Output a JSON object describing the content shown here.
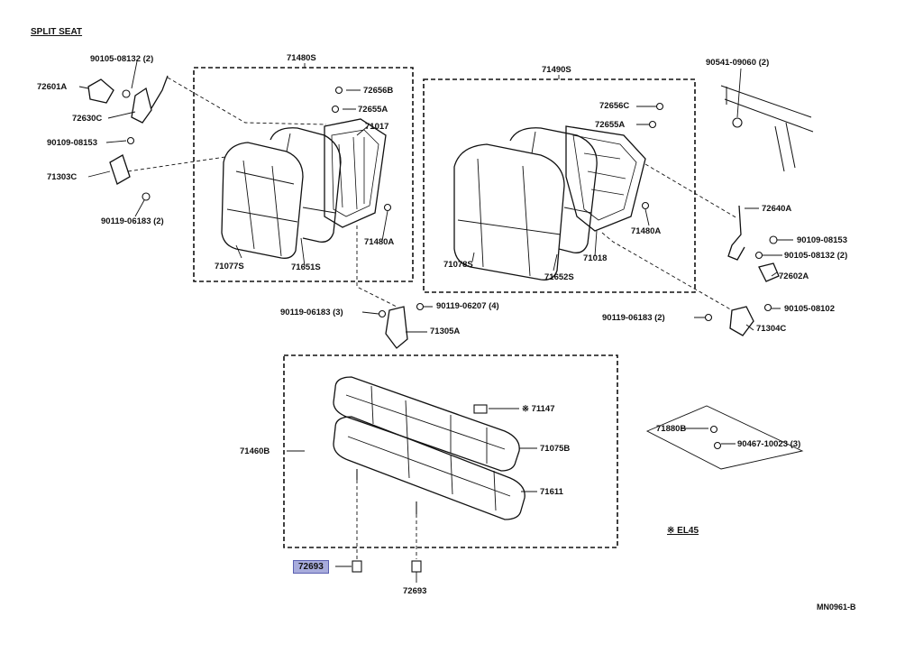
{
  "title": "SPLIT SEAT",
  "diagram_code": "MN0961-B",
  "note": "※ EL45",
  "highlighted_part": "72693",
  "colors": {
    "highlight": "#a8acdc",
    "line": "#111111"
  },
  "parts": {
    "p90105_08132_2_left": "90105-08132 (2)",
    "p72601A": "72601A",
    "p72630C": "72630C",
    "p90109_08153_left": "90109-08153",
    "p71303C": "71303C",
    "p90119_06183_2_left": "90119-06183 (2)",
    "p71480S": "71480S",
    "p72656B": "72656B",
    "p72655A_left": "72655A",
    "p71017": "71017",
    "p71077S": "71077S",
    "p71651S": "71651S",
    "p71480A_left": "71480A",
    "p71490S": "71490S",
    "p72656C": "72656C",
    "p72655A_right": "72655A",
    "p71078S": "71078S",
    "p71652S": "71652S",
    "p71018": "71018",
    "p71480A_right": "71480A",
    "p90541_09060": "90541-09060 (2)",
    "p72640A": "72640A",
    "p90109_08153_right": "90109-08153",
    "p90105_08132_2_right": "90105-08132 (2)",
    "p72602A": "72602A",
    "p90105_08102": "90105-08102",
    "p90119_06183_2_right": "90119-06183 (2)",
    "p71304C": "71304C",
    "p90119_06183_3": "90119-06183 (3)",
    "p90119_06207_4": "90119-06207 (4)",
    "p71305A": "71305A",
    "p71460B": "71460B",
    "p71147": "※ 71147",
    "p71075B": "71075B",
    "p71611": "71611",
    "p71880B": "71880B",
    "p90467_10023": "90467-10023 (3)",
    "p72693_bottom": "72693"
  }
}
